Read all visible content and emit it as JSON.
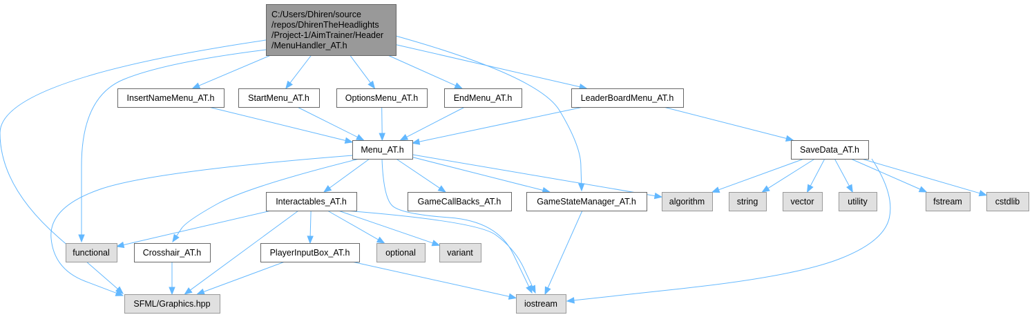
{
  "legend_colors": {
    "root_fill": "#999999",
    "local_fill": "#ffffff",
    "system_fill": "#e0e0e0",
    "edge": "#63b8ff"
  },
  "nodes": {
    "root": {
      "lines": [
        "C:/Users/Dhiren/source",
        "/repos/DhirenTheHeadlights",
        "/Project-1/AimTrainer/Header",
        "/MenuHandler_AT.h"
      ],
      "kind": "root"
    },
    "insertname": {
      "lines": [
        "InsertNameMenu_AT.h"
      ],
      "kind": "local"
    },
    "startmenu": {
      "lines": [
        "StartMenu_AT.h"
      ],
      "kind": "local"
    },
    "optionsmenu": {
      "lines": [
        "OptionsMenu_AT.h"
      ],
      "kind": "local"
    },
    "endmenu": {
      "lines": [
        "EndMenu_AT.h"
      ],
      "kind": "local"
    },
    "leaderboard": {
      "lines": [
        "LeaderBoardMenu_AT.h"
      ],
      "kind": "local"
    },
    "menu": {
      "lines": [
        "Menu_AT.h"
      ],
      "kind": "local"
    },
    "savedata": {
      "lines": [
        "SaveData_AT.h"
      ],
      "kind": "local"
    },
    "interactables": {
      "lines": [
        "Interactables_AT.h"
      ],
      "kind": "local"
    },
    "gamecallbacks": {
      "lines": [
        "GameCallBacks_AT.h"
      ],
      "kind": "local"
    },
    "gamestate": {
      "lines": [
        "GameStateManager_AT.h"
      ],
      "kind": "local"
    },
    "algorithm": {
      "lines": [
        "algorithm"
      ],
      "kind": "system"
    },
    "string": {
      "lines": [
        "string"
      ],
      "kind": "system"
    },
    "vector": {
      "lines": [
        "vector"
      ],
      "kind": "system"
    },
    "utility": {
      "lines": [
        "utility"
      ],
      "kind": "system"
    },
    "fstream": {
      "lines": [
        "fstream"
      ],
      "kind": "system"
    },
    "cstdlib": {
      "lines": [
        "cstdlib"
      ],
      "kind": "system"
    },
    "functional": {
      "lines": [
        "functional"
      ],
      "kind": "system"
    },
    "crosshair": {
      "lines": [
        "Crosshair_AT.h"
      ],
      "kind": "local"
    },
    "playerinput": {
      "lines": [
        "PlayerInputBox_AT.h"
      ],
      "kind": "local"
    },
    "optional": {
      "lines": [
        "optional"
      ],
      "kind": "system"
    },
    "variant": {
      "lines": [
        "variant"
      ],
      "kind": "system"
    },
    "sfml": {
      "lines": [
        "SFML/Graphics.hpp"
      ],
      "kind": "system"
    },
    "iostream": {
      "lines": [
        "iostream"
      ],
      "kind": "system"
    }
  },
  "edges": [
    [
      "root",
      "insertname"
    ],
    [
      "root",
      "startmenu"
    ],
    [
      "root",
      "optionsmenu"
    ],
    [
      "root",
      "endmenu"
    ],
    [
      "root",
      "leaderboard"
    ],
    [
      "root",
      "gamestate"
    ],
    [
      "root",
      "functional"
    ],
    [
      "root",
      "sfml"
    ],
    [
      "insertname",
      "menu"
    ],
    [
      "startmenu",
      "menu"
    ],
    [
      "optionsmenu",
      "menu"
    ],
    [
      "endmenu",
      "menu"
    ],
    [
      "leaderboard",
      "menu"
    ],
    [
      "leaderboard",
      "savedata"
    ],
    [
      "menu",
      "interactables"
    ],
    [
      "menu",
      "gamecallbacks"
    ],
    [
      "menu",
      "gamestate"
    ],
    [
      "menu",
      "algorithm"
    ],
    [
      "menu",
      "crosshair"
    ],
    [
      "menu",
      "sfml"
    ],
    [
      "menu",
      "iostream"
    ],
    [
      "savedata",
      "algorithm"
    ],
    [
      "savedata",
      "string"
    ],
    [
      "savedata",
      "vector"
    ],
    [
      "savedata",
      "utility"
    ],
    [
      "savedata",
      "fstream"
    ],
    [
      "savedata",
      "cstdlib"
    ],
    [
      "savedata",
      "iostream"
    ],
    [
      "interactables",
      "functional"
    ],
    [
      "interactables",
      "playerinput"
    ],
    [
      "interactables",
      "optional"
    ],
    [
      "interactables",
      "variant"
    ],
    [
      "interactables",
      "sfml"
    ],
    [
      "interactables",
      "iostream"
    ],
    [
      "gamestate",
      "iostream"
    ],
    [
      "crosshair",
      "sfml"
    ],
    [
      "playerinput",
      "sfml"
    ],
    [
      "playerinput",
      "iostream"
    ]
  ]
}
